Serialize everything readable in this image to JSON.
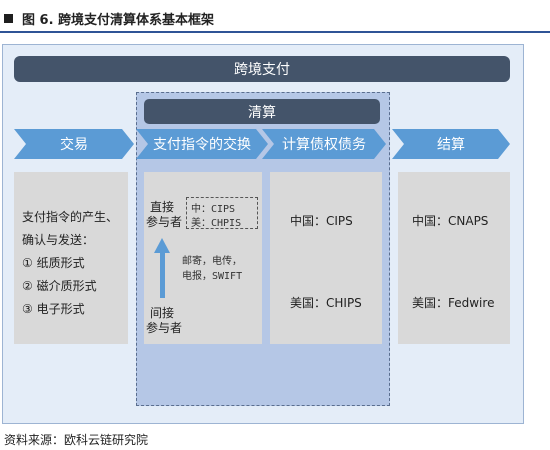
{
  "figure": {
    "title": "图 6. 跨境支付清算体系基本框架",
    "source": "资料来源：欧科云链研究院"
  },
  "top_bar": "跨境支付",
  "clearing_bar": "清算",
  "stages": {
    "trade": "交易",
    "exchange": "支付指令的交换",
    "compute": "计算债权债务",
    "settle": "结算"
  },
  "trade_panel": {
    "intro_1": "支付指令的产生、",
    "intro_2": "确认与发送：",
    "forms": [
      "① 纸质形式",
      "② 磁介质形式",
      "③ 电子形式"
    ]
  },
  "exchange_panel": {
    "direct": [
      "直接",
      "参与者"
    ],
    "indirect": [
      "间接",
      "参与者"
    ],
    "systems": [
      "中：CIPS",
      "美：CHPIS"
    ],
    "channels": [
      "邮寄，电传，",
      "电报，SWIFT"
    ]
  },
  "compute_panel": {
    "china": "中国：CIPS",
    "usa": "美国：CHIPS"
  },
  "settle_panel": {
    "china": "中国：CNAPS",
    "usa": "美国：Fedwire"
  },
  "colors": {
    "dark_bar": "#44546a",
    "chevron": "#5b9bd5",
    "panel": "#d9d9d9",
    "clearing_zone": "#b5c7e6",
    "frame_bg": "#e4edf8"
  }
}
